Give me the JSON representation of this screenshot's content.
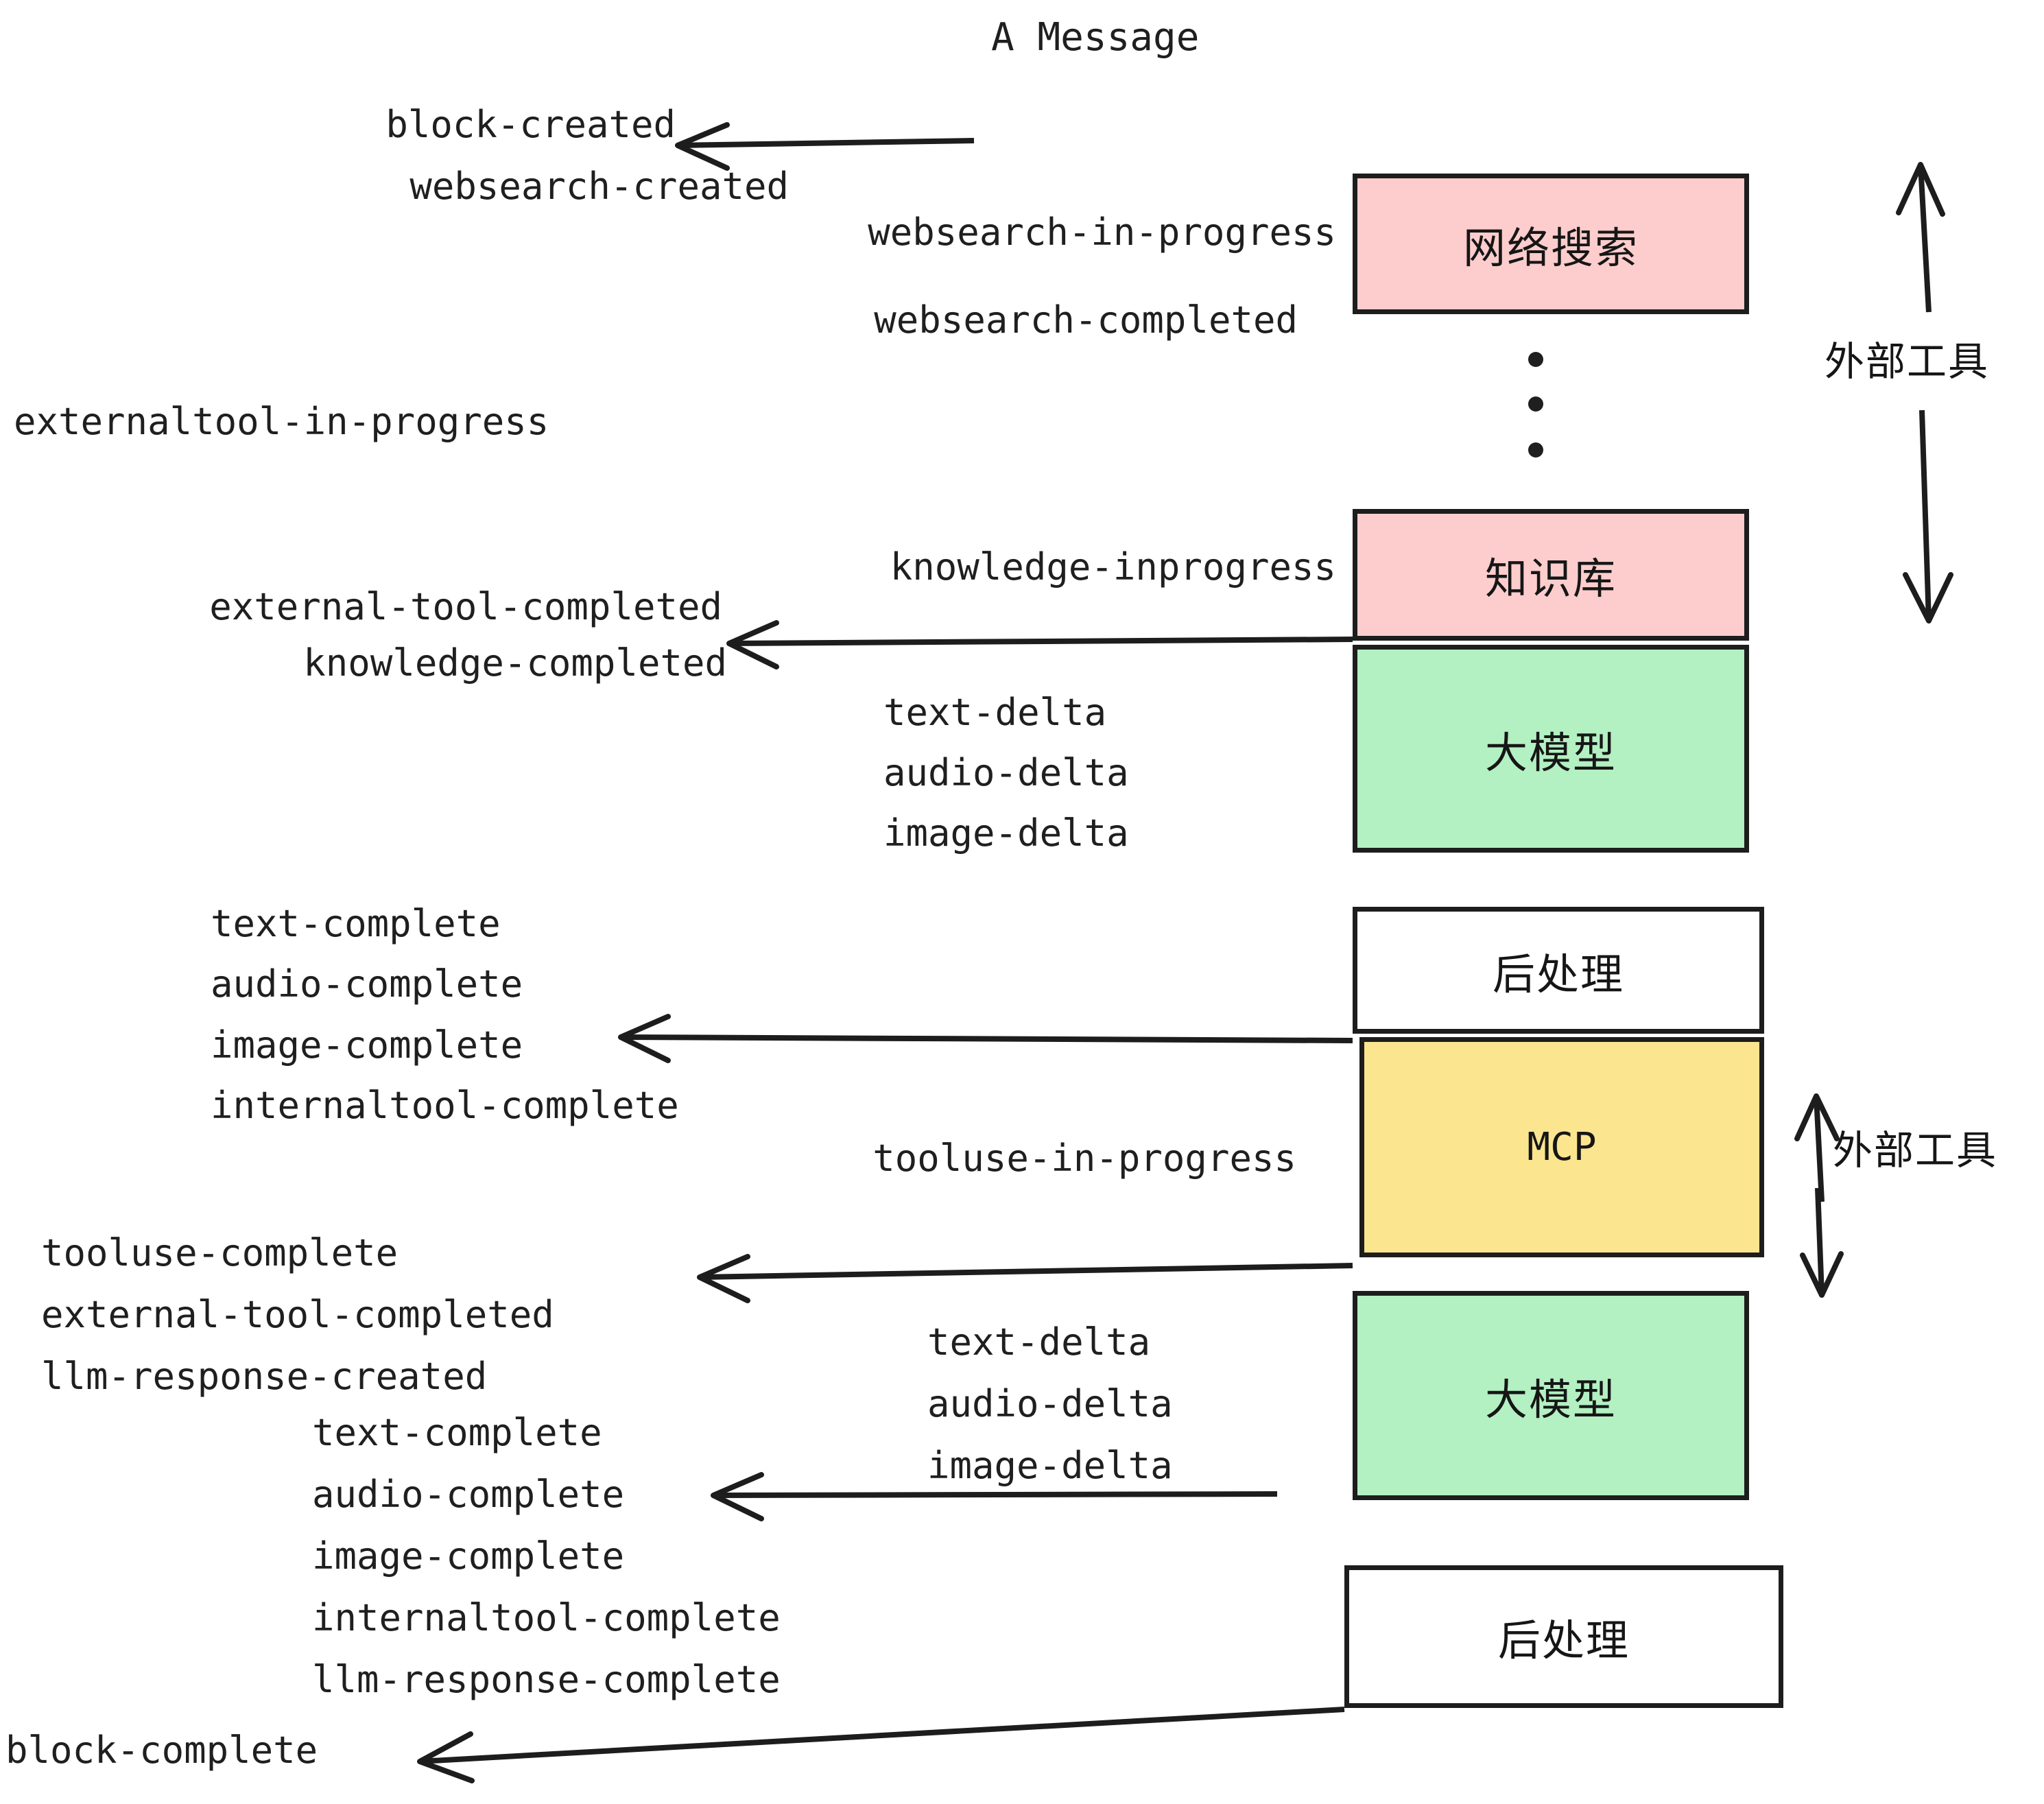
{
  "title": "A Message",
  "colors": {
    "pink": "#fdcdcd",
    "green": "#b3f0c2",
    "yellow": "#fbe58f",
    "white": "#ffffff",
    "stroke": "#1d1d1d",
    "text": "#1f1f1f",
    "background": "#ffffff"
  },
  "nodes": [
    {
      "label": "网络搜索",
      "color": "pink",
      "name": "node-web-search"
    },
    {
      "label": "知识库",
      "color": "pink",
      "name": "node-knowledge-base"
    },
    {
      "label": "大模型",
      "color": "green",
      "name": "node-llm-1"
    },
    {
      "label": "后处理",
      "color": "white",
      "name": "node-postprocess-1"
    },
    {
      "label": "MCP",
      "color": "yellow",
      "name": "node-mcp"
    },
    {
      "label": "大模型",
      "color": "green",
      "name": "node-llm-2"
    },
    {
      "label": "后处理",
      "color": "white",
      "name": "node-postprocess-2"
    }
  ],
  "side_labels": [
    {
      "text": "外部工具",
      "name": "side-label-external-tool-top"
    },
    {
      "text": "外部工具",
      "name": "side-label-external-tool-bottom"
    }
  ],
  "events": [
    {
      "text": "block-created",
      "align": "right"
    },
    {
      "text": "websearch-created",
      "align": "right"
    },
    {
      "text": "websearch-in-progress",
      "align": "right"
    },
    {
      "text": "websearch-completed",
      "align": "right"
    },
    {
      "text": "externaltool-in-progress",
      "align": "left"
    },
    {
      "text": "knowledge-inprogress",
      "align": "right"
    },
    {
      "text": "external-tool-completed",
      "align": "right"
    },
    {
      "text": "knowledge-completed",
      "align": "right"
    },
    {
      "text": "text-delta",
      "align": "left"
    },
    {
      "text": "audio-delta",
      "align": "left"
    },
    {
      "text": "image-delta",
      "align": "left"
    },
    {
      "text": "text-complete",
      "align": "left"
    },
    {
      "text": "audio-complete",
      "align": "left"
    },
    {
      "text": "image-complete",
      "align": "left"
    },
    {
      "text": "internaltool-complete",
      "align": "left"
    },
    {
      "text": "tooluse-in-progress",
      "align": "right"
    },
    {
      "text": "tooluse-complete",
      "align": "left"
    },
    {
      "text": "external-tool-completed",
      "align": "left"
    },
    {
      "text": "llm-response-created",
      "align": "left"
    },
    {
      "text": "text-complete",
      "align": "left"
    },
    {
      "text": "audio-complete",
      "align": "left"
    },
    {
      "text": "image-complete",
      "align": "left"
    },
    {
      "text": "internaltool-complete",
      "align": "left"
    },
    {
      "text": "llm-response-complete",
      "align": "left"
    },
    {
      "text": "block-complete",
      "align": "left"
    }
  ],
  "ellipsis_dots": 3,
  "arrow_count": 5
}
